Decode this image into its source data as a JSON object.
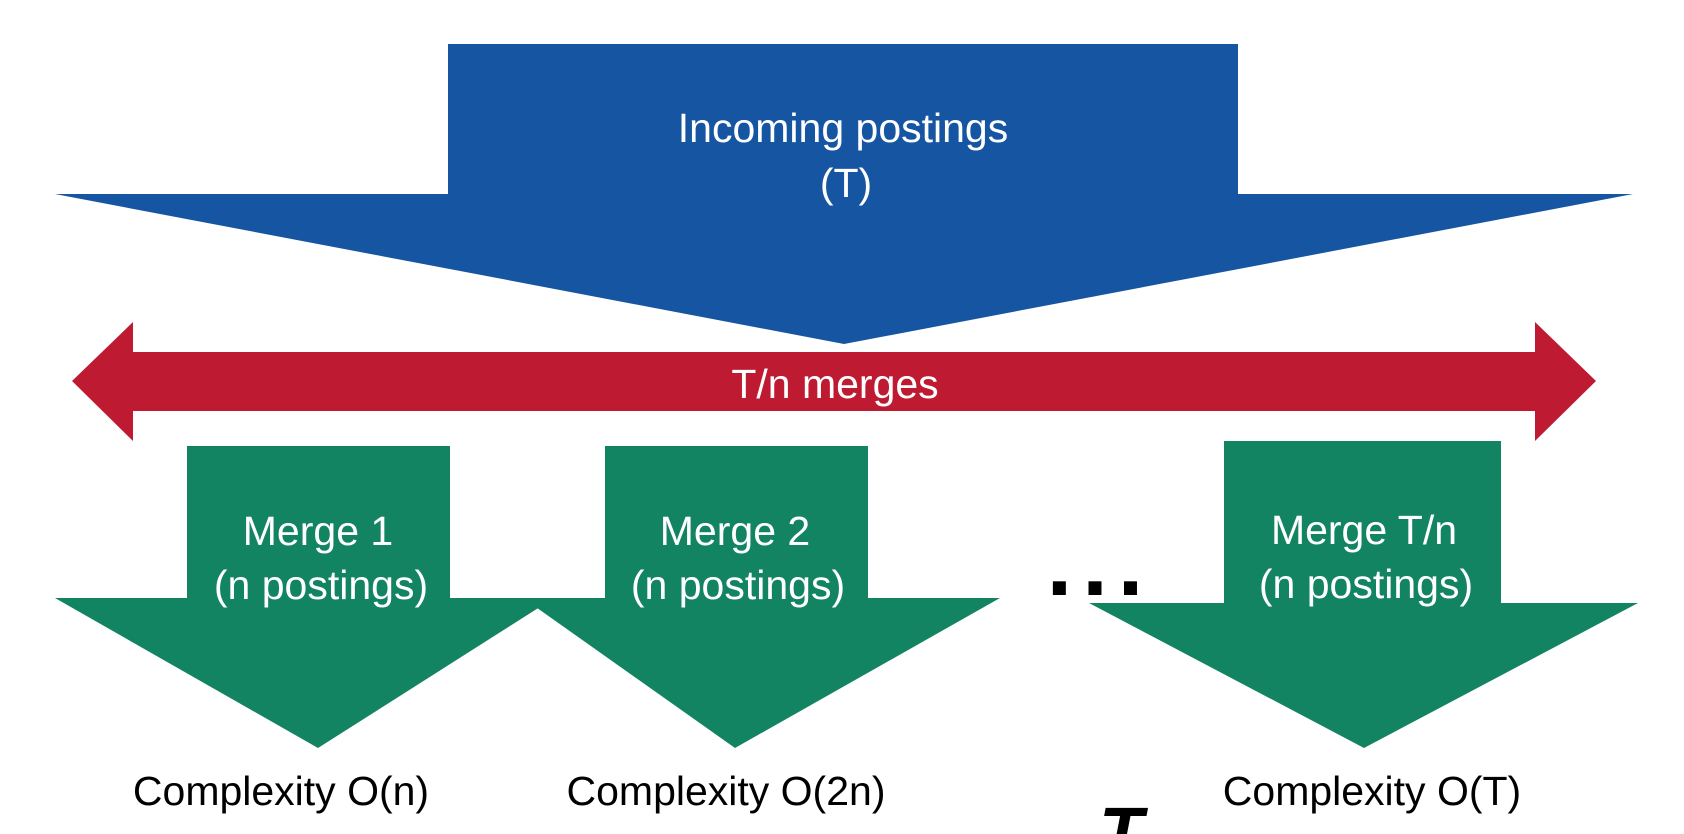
{
  "colors": {
    "incoming": "#1555A2",
    "merges_arrow": "#BE1B32",
    "merge": "#138462",
    "text_light": "#FFFFFF",
    "text_dark": "#000000"
  },
  "incoming": {
    "line1": "Incoming postings",
    "line2": "(T)"
  },
  "merges_arrow": {
    "label": "T/n merges"
  },
  "merges": [
    {
      "line1": "Merge 1",
      "line2": "(n postings)",
      "complexity": "Complexity O(n)"
    },
    {
      "line1": "Merge 2",
      "line2": "(n postings)",
      "complexity": "Complexity O(2n)"
    },
    {
      "line1": "Merge T/n",
      "line2": "(n postings)",
      "complexity": "Complexity O(T)"
    }
  ],
  "ellipsis": "...",
  "footer_symbol": "T"
}
